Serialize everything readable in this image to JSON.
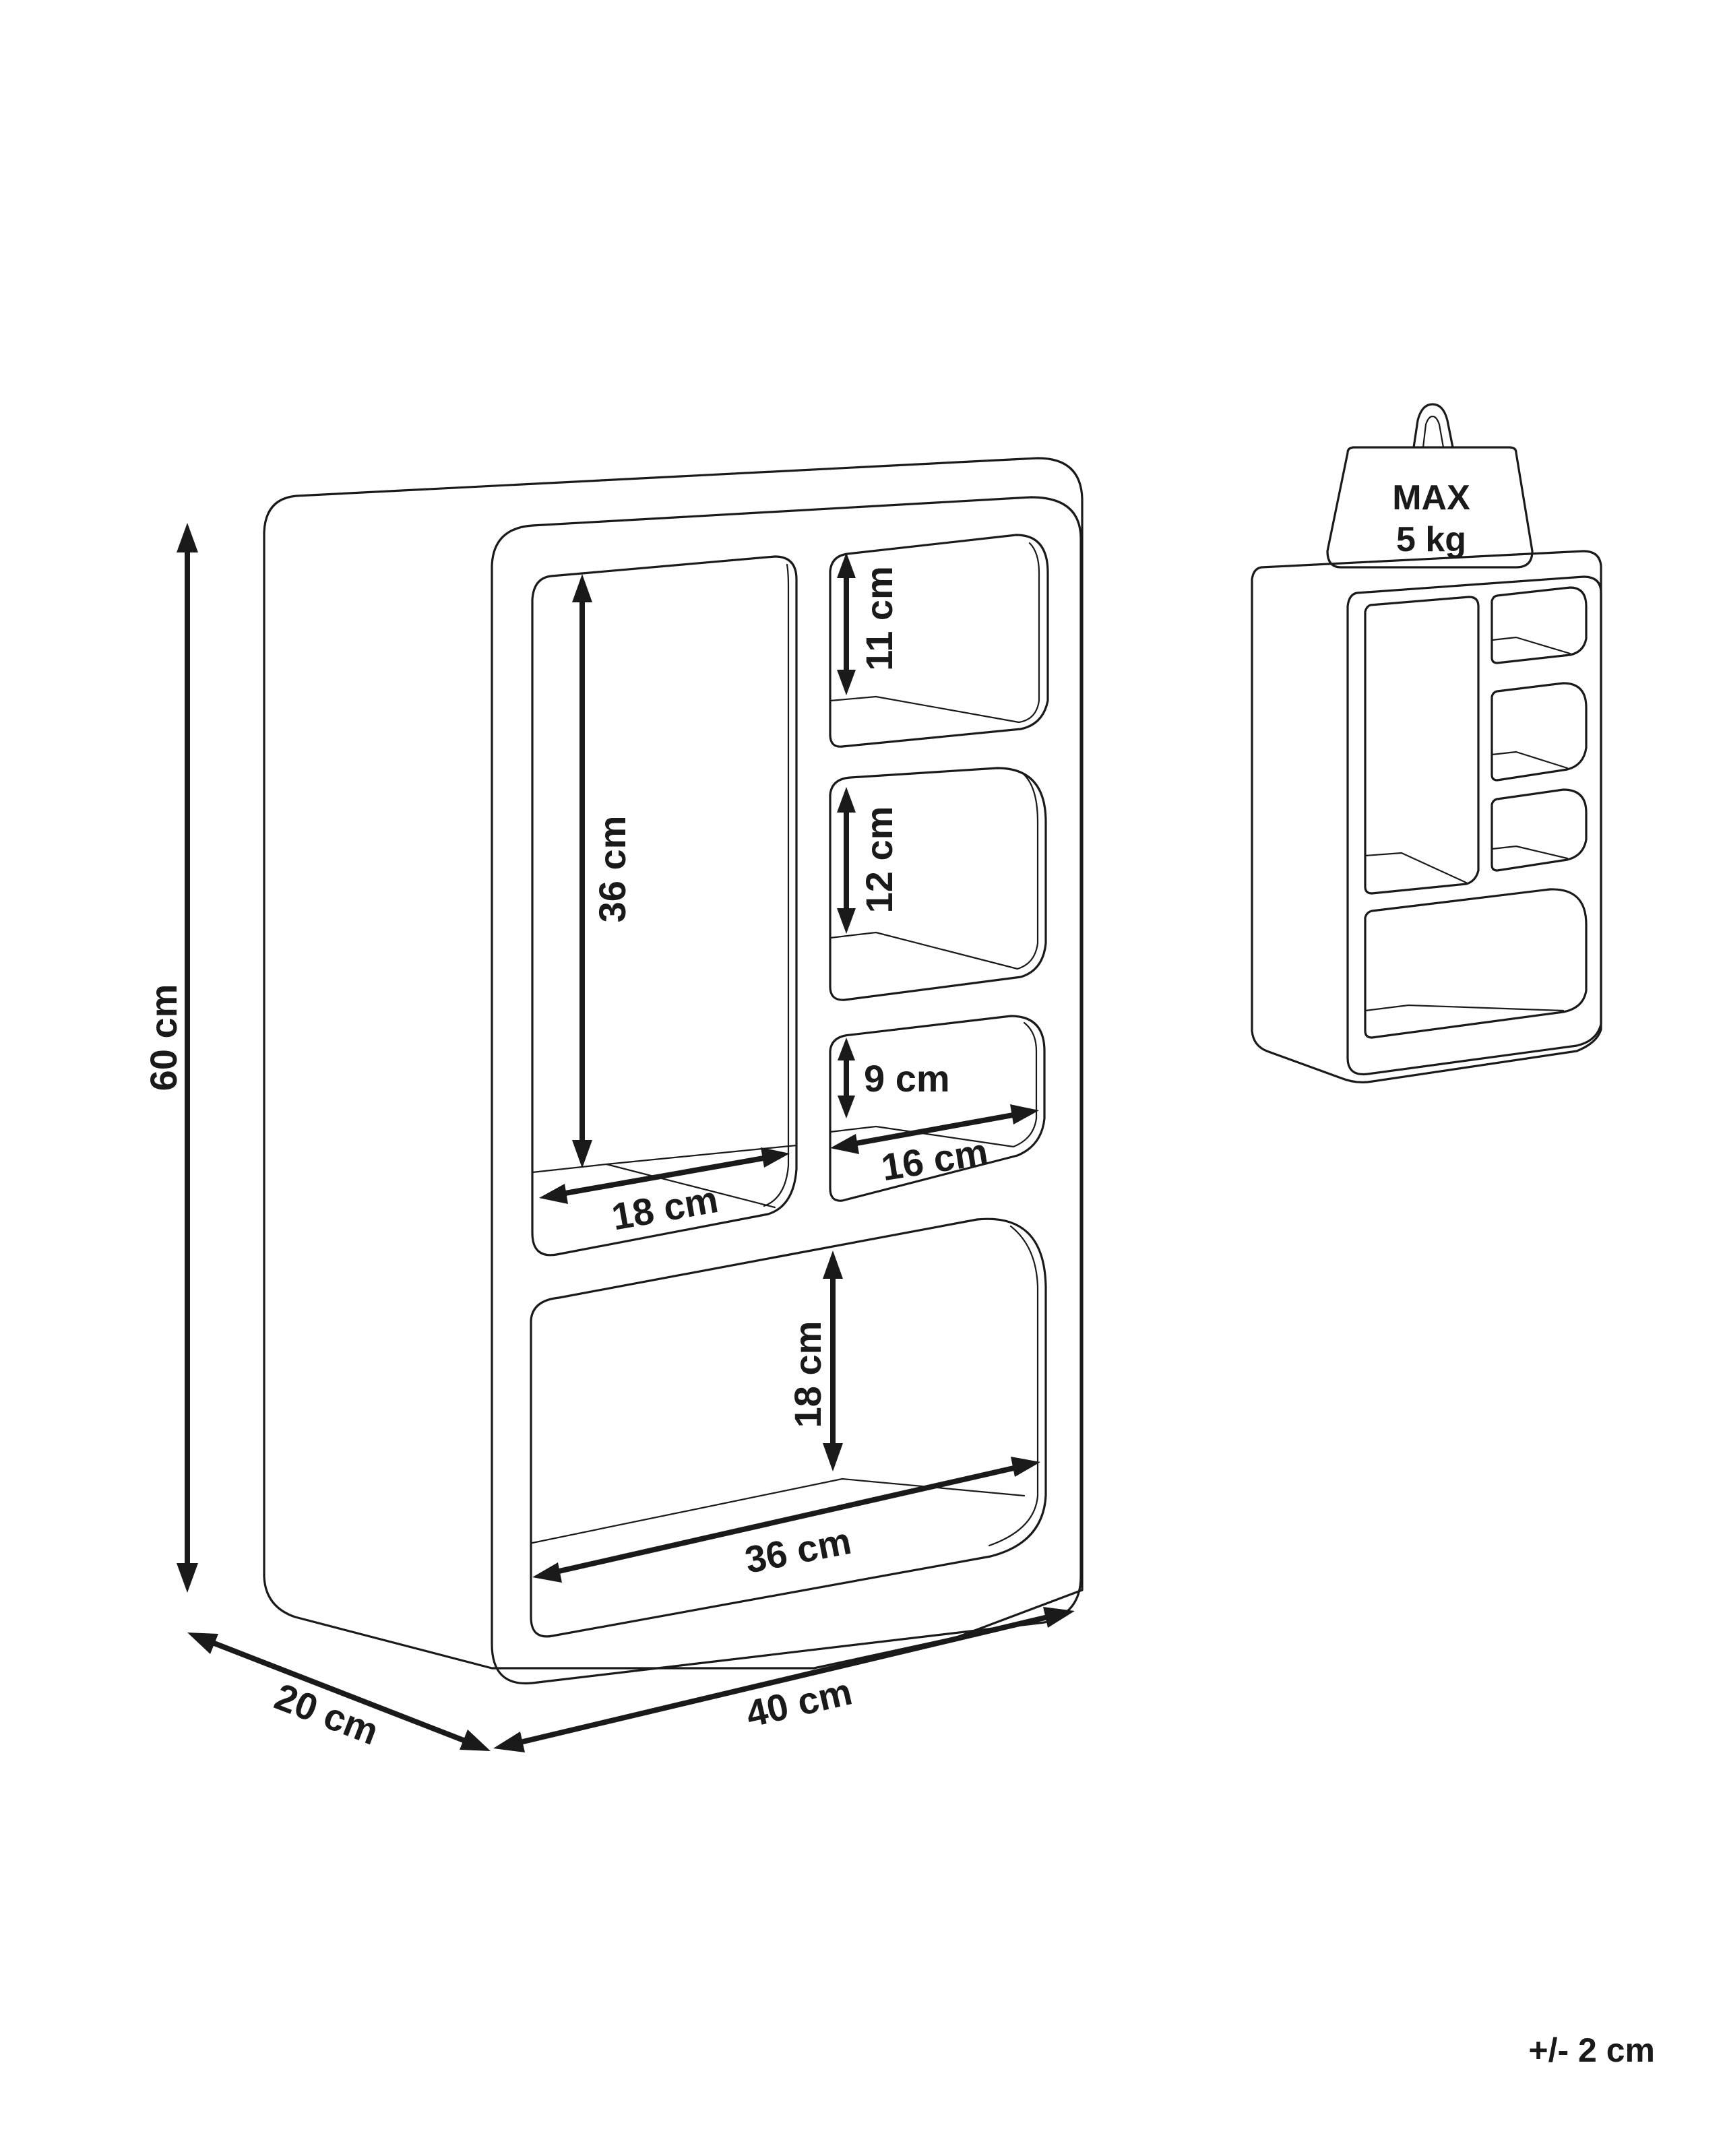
{
  "dimensions": {
    "height": "60 cm",
    "depth": "20 cm",
    "width": "40 cm",
    "tall_compartment_height": "36 cm",
    "tall_compartment_width": "18 cm",
    "top_small_height": "11 cm",
    "middle_small_height": "12 cm",
    "lower_small_height": "9 cm",
    "lower_small_width": "16 cm",
    "bottom_height": "18 cm",
    "bottom_width": "36 cm"
  },
  "load": {
    "line1": "MAX",
    "line2": "5 kg"
  },
  "tolerance": "+/- 2 cm"
}
